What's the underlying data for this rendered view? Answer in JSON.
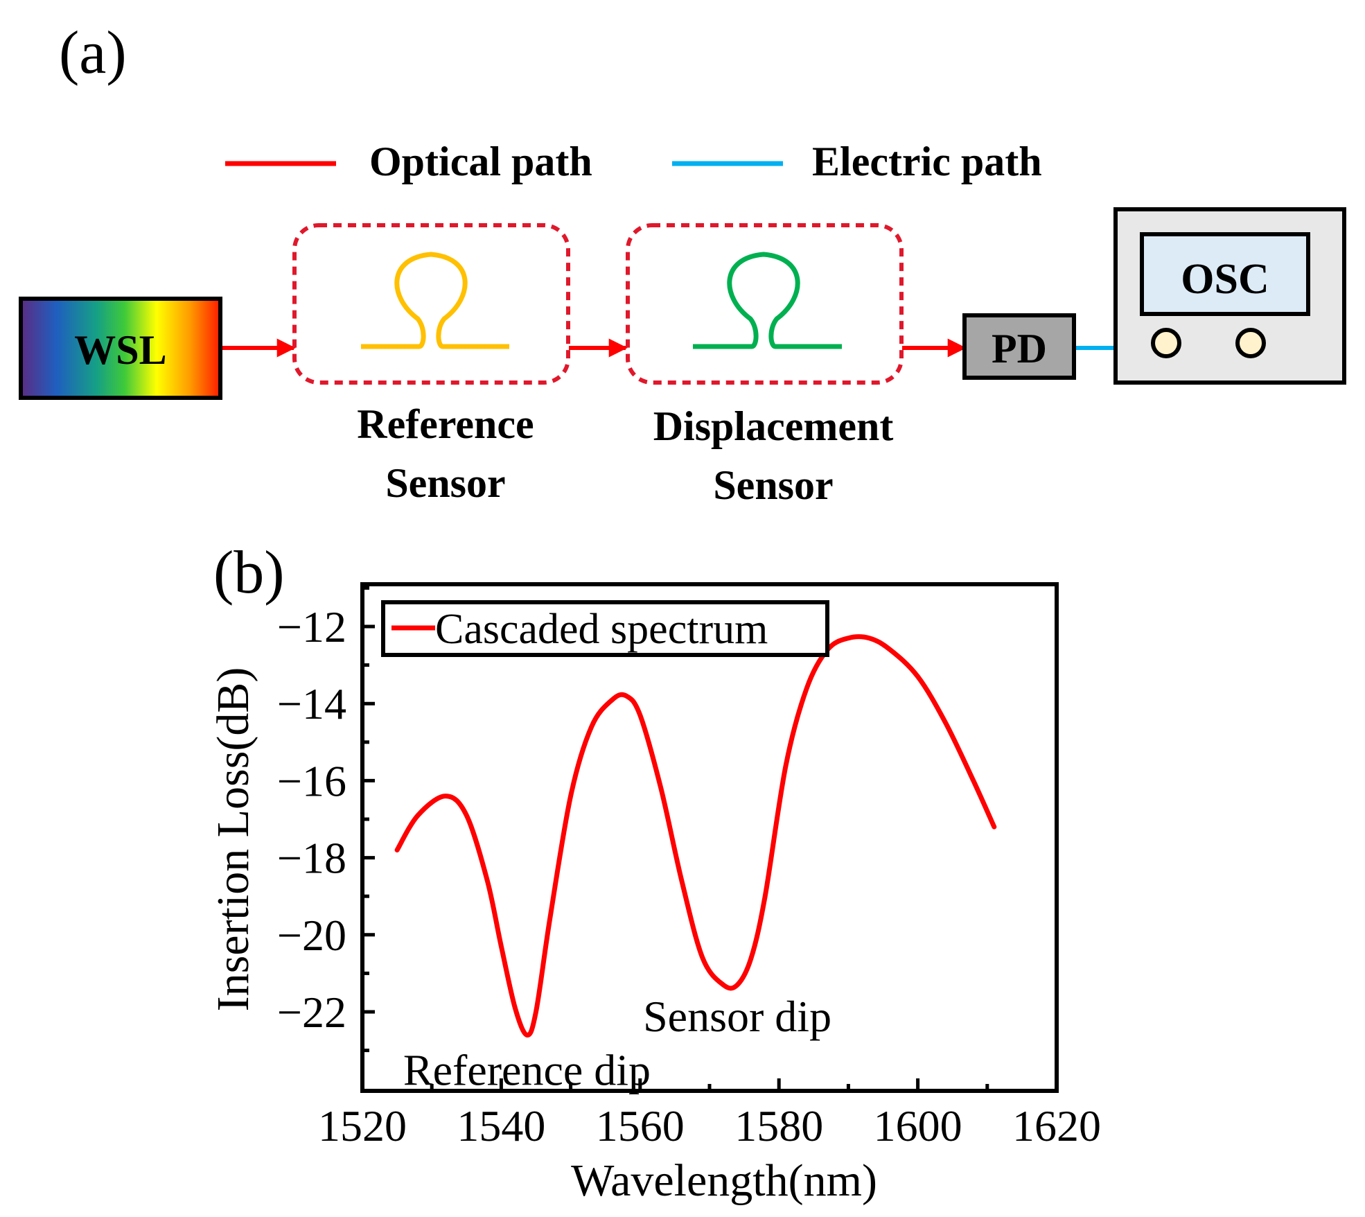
{
  "panel_a": {
    "label": "(a)",
    "legend": {
      "optical": {
        "label": "Optical path",
        "color": "#ff0000"
      },
      "electric": {
        "label": "Electric path",
        "color": "#00b0f0"
      }
    },
    "wsl": {
      "label": "WSL"
    },
    "reference_sensor": {
      "line1": "Reference",
      "line2": "Sensor",
      "loop_color": "#ffc000"
    },
    "displacement_sensor": {
      "line1": "Displacement",
      "line2": "Sensor",
      "loop_color": "#00b050"
    },
    "pd": {
      "label": "PD",
      "fill": "#a6a6a6"
    },
    "osc": {
      "label": "OSC",
      "screen_fill": "#ddebf7",
      "body_fill": "#e8e8e8",
      "knob_fill": "#fff2cc"
    }
  },
  "panel_b": {
    "label": "(b)",
    "chart_data": {
      "type": "line",
      "xlabel": "Wavelength(nm)",
      "ylabel": "Insertion Loss(dB)",
      "xlim": [
        1520,
        1620
      ],
      "ylim": [
        -24,
        -11
      ],
      "xticks": [
        1520,
        1540,
        1560,
        1580,
        1600,
        1620
      ],
      "yticks": [
        -22,
        -20,
        -18,
        -16,
        -14,
        -12
      ],
      "xtick_labels": [
        "1520",
        "1540",
        "1560",
        "1580",
        "1600",
        "1620"
      ],
      "ytick_labels": [
        "−22",
        "−20",
        "−18",
        "−16",
        "−14",
        "−12"
      ],
      "legend": {
        "entry": "Cascaded spectrum",
        "position": "top-left"
      },
      "series": [
        {
          "name": "Cascaded spectrum",
          "color": "#ff0000",
          "x": [
            1525,
            1528,
            1532,
            1535,
            1538,
            1540,
            1542,
            1543.7,
            1545,
            1547,
            1550,
            1553,
            1556,
            1558,
            1560,
            1563,
            1566,
            1569,
            1572,
            1574,
            1576,
            1578,
            1581,
            1584,
            1587,
            1590,
            1593,
            1596,
            1600,
            1604,
            1608,
            1611
          ],
          "y": [
            -17.8,
            -16.9,
            -16.4,
            -16.9,
            -18.6,
            -20.3,
            -21.9,
            -22.6,
            -22.0,
            -19.6,
            -16.4,
            -14.6,
            -13.9,
            -13.8,
            -14.3,
            -16.2,
            -18.6,
            -20.6,
            -21.3,
            -21.3,
            -20.6,
            -19.0,
            -15.6,
            -13.6,
            -12.6,
            -12.3,
            -12.3,
            -12.6,
            -13.3,
            -14.5,
            -16.0,
            -17.2
          ]
        }
      ],
      "annotations": [
        {
          "text": "Sensor dip",
          "x": 1574,
          "y": -21.6
        },
        {
          "text": "Reference dip",
          "x": 1543.7,
          "y": -23.0
        }
      ]
    }
  }
}
